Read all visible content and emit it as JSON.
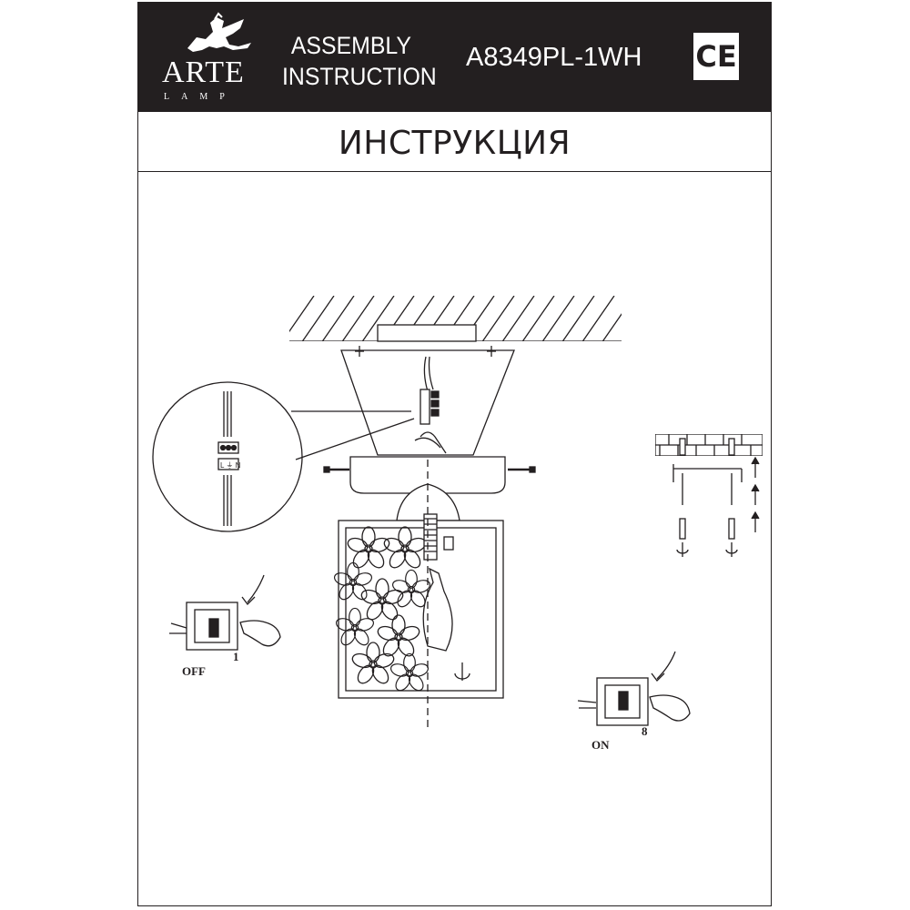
{
  "header": {
    "brand_name": "ARTE",
    "brand_sub": "LAMP",
    "assembly_line1": "ASSEMBLY",
    "assembly_line2": "INSTRUCTION",
    "model": "A8349PL-1WH",
    "ce_mark": "CE"
  },
  "title": "ИНСТРУКЦИЯ",
  "steps": {
    "off_label": "OFF",
    "off_step": "1",
    "on_label": "ON",
    "on_step": "8"
  },
  "icons": [
    "griffin-logo-icon",
    "ce-mark-icon",
    "wall-switch-icon",
    "hand-pointer-icon",
    "rotate-arrow-icon",
    "up-arrow-icon",
    "wall-anchor-icon"
  ],
  "colors": {
    "header_bg": "#231f20",
    "ink": "#231f20",
    "paper": "#ffffff"
  }
}
